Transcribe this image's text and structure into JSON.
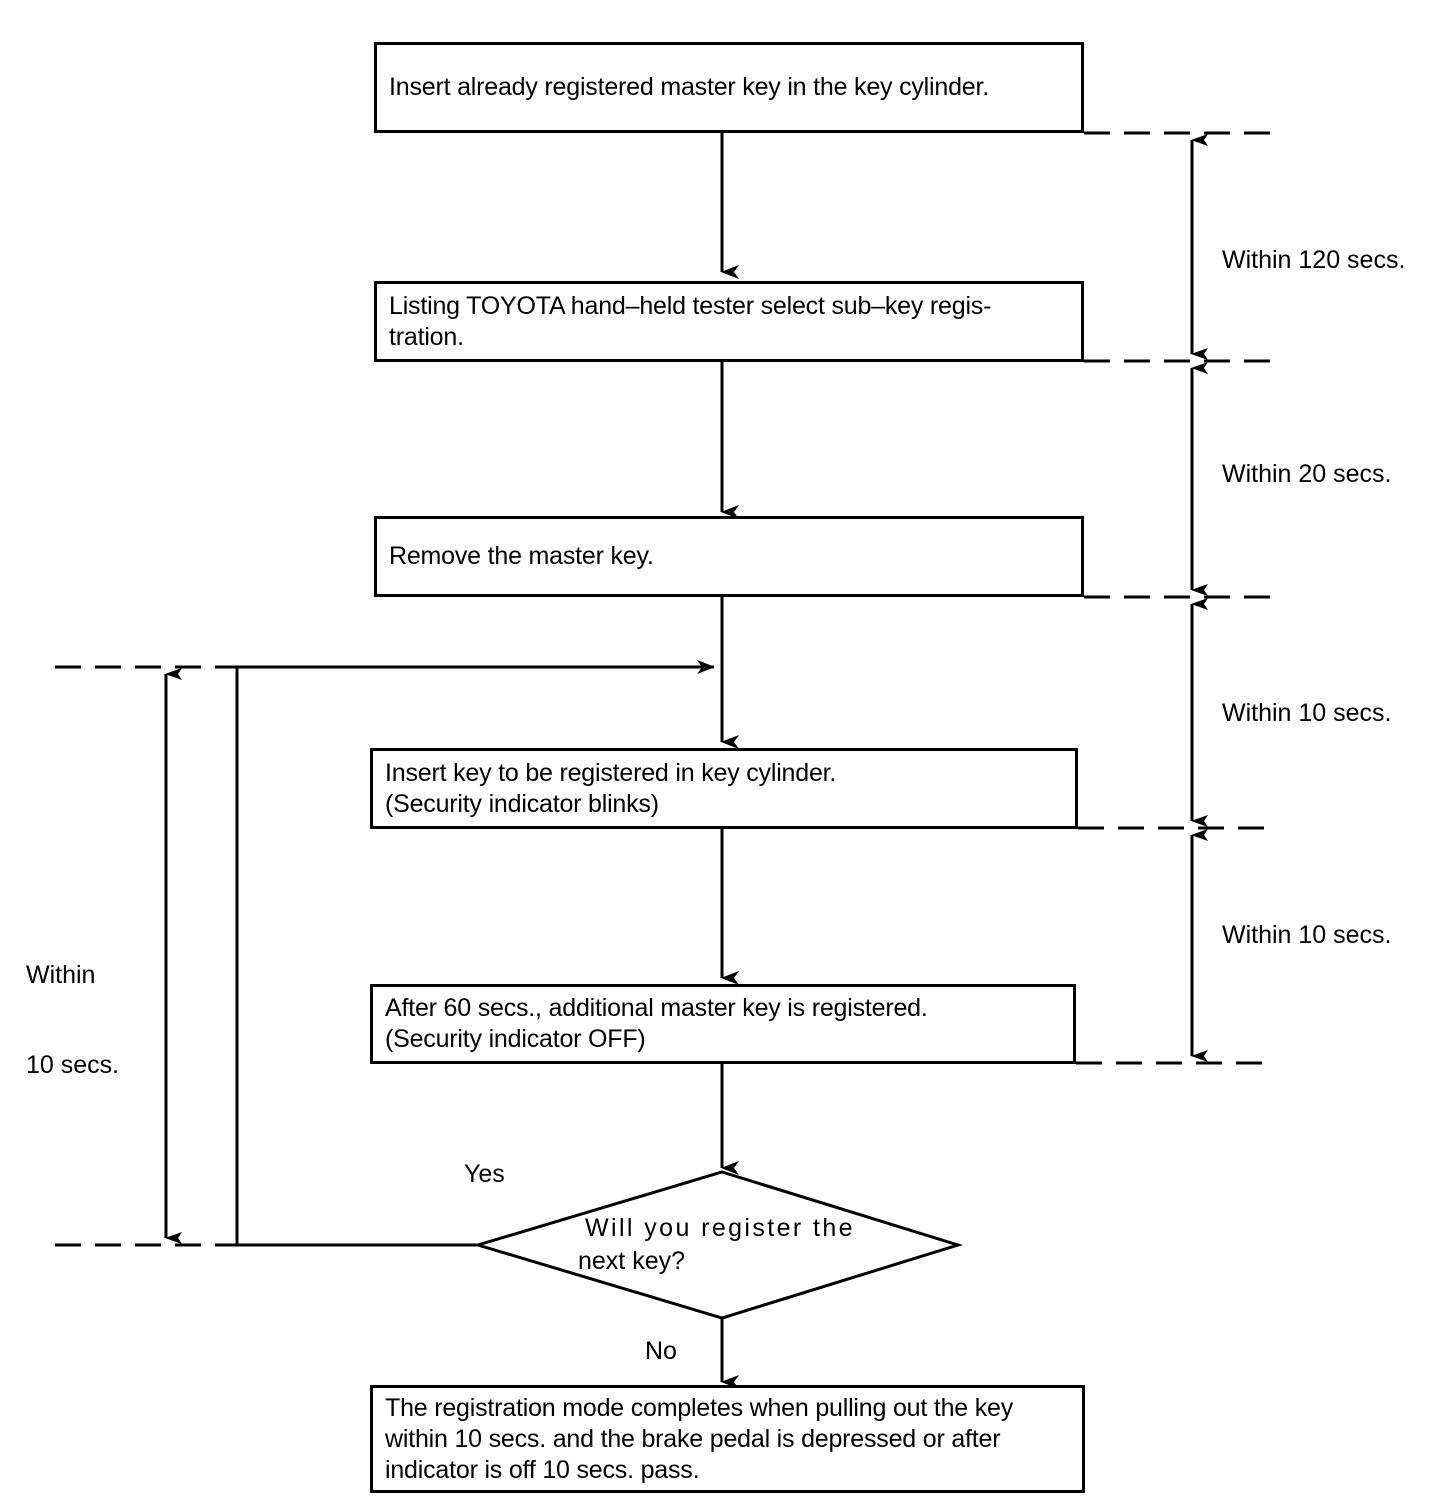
{
  "diagram": {
    "title": "Key registration procedure flowchart",
    "stroke_color": "#000000",
    "background_color": "#ffffff",
    "nodes": [
      {
        "id": "step1",
        "type": "process",
        "lines": [
          "Insert already registered master key in the key cylinder."
        ]
      },
      {
        "id": "step2",
        "type": "process",
        "lines": [
          "Listing TOYOTA hand–held tester select sub–key regis-",
          "tration."
        ]
      },
      {
        "id": "step3",
        "type": "process",
        "lines": [
          "Remove the master key."
        ]
      },
      {
        "id": "step4",
        "type": "process",
        "lines": [
          "Insert key to be registered in key cylinder.",
          "(Security indicator blinks)"
        ]
      },
      {
        "id": "step5",
        "type": "process",
        "lines": [
          "After 60 secs., additional master key is registered.",
          "(Security indicator OFF)"
        ]
      },
      {
        "id": "decision",
        "type": "decision",
        "lines": [
          "Will you register the",
          "next key?"
        ]
      },
      {
        "id": "step6",
        "type": "process",
        "lines": [
          "The registration mode completes when pulling out the key",
          "within 10 secs. and the brake pedal is depressed or after",
          "indicator is off 10 secs. pass."
        ]
      }
    ],
    "branch_labels": {
      "yes": "Yes",
      "no": "No"
    },
    "timing_annotations": {
      "right": [
        {
          "id": "t120",
          "text": "Within 120 secs."
        },
        {
          "id": "t20",
          "text": "Within 20 secs."
        },
        {
          "id": "t10a",
          "text": "Within 10 secs."
        },
        {
          "id": "t10b",
          "text": "Within 10 secs."
        }
      ],
      "left": [
        {
          "id": "t10left",
          "lines": [
            "Within",
            "10 secs."
          ]
        }
      ]
    }
  }
}
